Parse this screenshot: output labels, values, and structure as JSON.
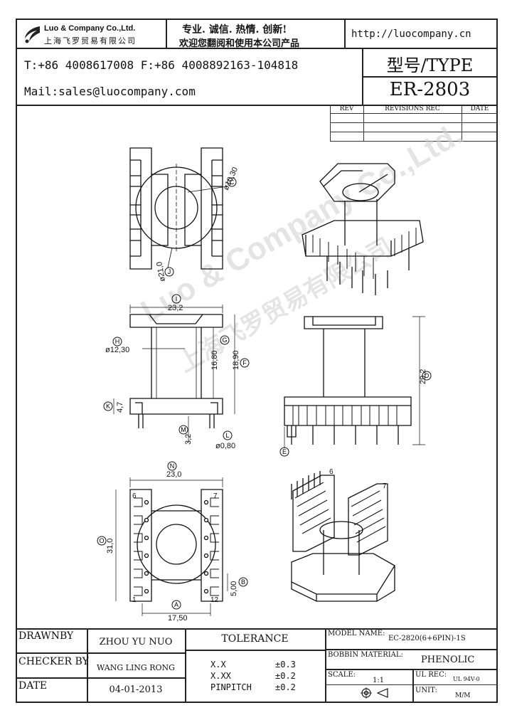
{
  "header": {
    "company_en": "Luo & Company Co.,Ltd.",
    "company_cn": "上海飞罗贸易有限公司",
    "slogan_1": "专业. 诚信. 热情. 创新!",
    "slogan_2": "欢迎您翻阅和使用本公司产品",
    "website": "http://luocompany.cn",
    "phone_fax": "T:+86 4008617008 F:+86 4008892163-104818",
    "mail": "Mail:sales@luocompany.com",
    "type_label": "型号/TYPE",
    "type_value": "ER-2803"
  },
  "revisions": {
    "col_rev": "REV",
    "col_rec": "REVISIONS REC",
    "col_date": "DATE"
  },
  "watermark": {
    "line1": "Luo & Company Co.,Ltd.",
    "line2": "上海飞罗贸易有限公司"
  },
  "drawing": {
    "top_view": {
      "dim_c": "ø10,30",
      "dim_j": "ø21,0",
      "mark_c": "C",
      "mark_j": "J"
    },
    "front_view": {
      "dim_i": "23,2",
      "mark_i": "I",
      "dim_h": "ø12,30",
      "mark_h": "H",
      "dim_g": "16,80",
      "mark_g": "G",
      "dim_f": "18,90",
      "mark_f": "F",
      "dim_k": "4,7",
      "mark_k": "K",
      "dim_m": "3,2",
      "mark_m": "M",
      "dim_l": "ø0,80",
      "mark_l": "L",
      "dim_d": "29,2",
      "mark_d": "D",
      "mark_e": "E"
    },
    "bottom_view": {
      "dim_n": "23,0",
      "mark_n": "N",
      "dim_o": "31,0",
      "mark_o": "O",
      "dim_a": "17,50",
      "mark_a": "A",
      "dim_b": "5,00",
      "mark_b": "B",
      "pin6": "6",
      "pin1": "1",
      "pin7": "7",
      "pin12": "12",
      "iso_pin6": "6",
      "iso_pin7": "7"
    }
  },
  "title_block": {
    "drawnby_label": "DRAWNBY",
    "drawnby_value": "ZHOU YU NUO",
    "checker_label": "CHECKER BY",
    "checker_value": "WANG LING RONG",
    "date_label": "DATE",
    "date_value": "04-01-2013",
    "tolerance_label": "TOLERANCE",
    "tol_row1_key": "X.X",
    "tol_row1_val": "±0.3",
    "tol_row2_key": "X.XX",
    "tol_row2_val": "±0.2",
    "tol_row3_key": "PINPITCH",
    "tol_row3_val": "±0.2",
    "model_label": "MODEL NAME:",
    "model_value": "EC-2820(6+6PIN)-1S",
    "bobbin_label": "BOBBIN MATERIAL:",
    "bobbin_value": "PHENOLIC",
    "scale_label": "SCALE:",
    "scale_value": "1:1",
    "ulrec_label": "UL REC:",
    "ulrec_value": "UL 94V-0",
    "unit_label": "UNIT:",
    "unit_value": "M/M"
  }
}
